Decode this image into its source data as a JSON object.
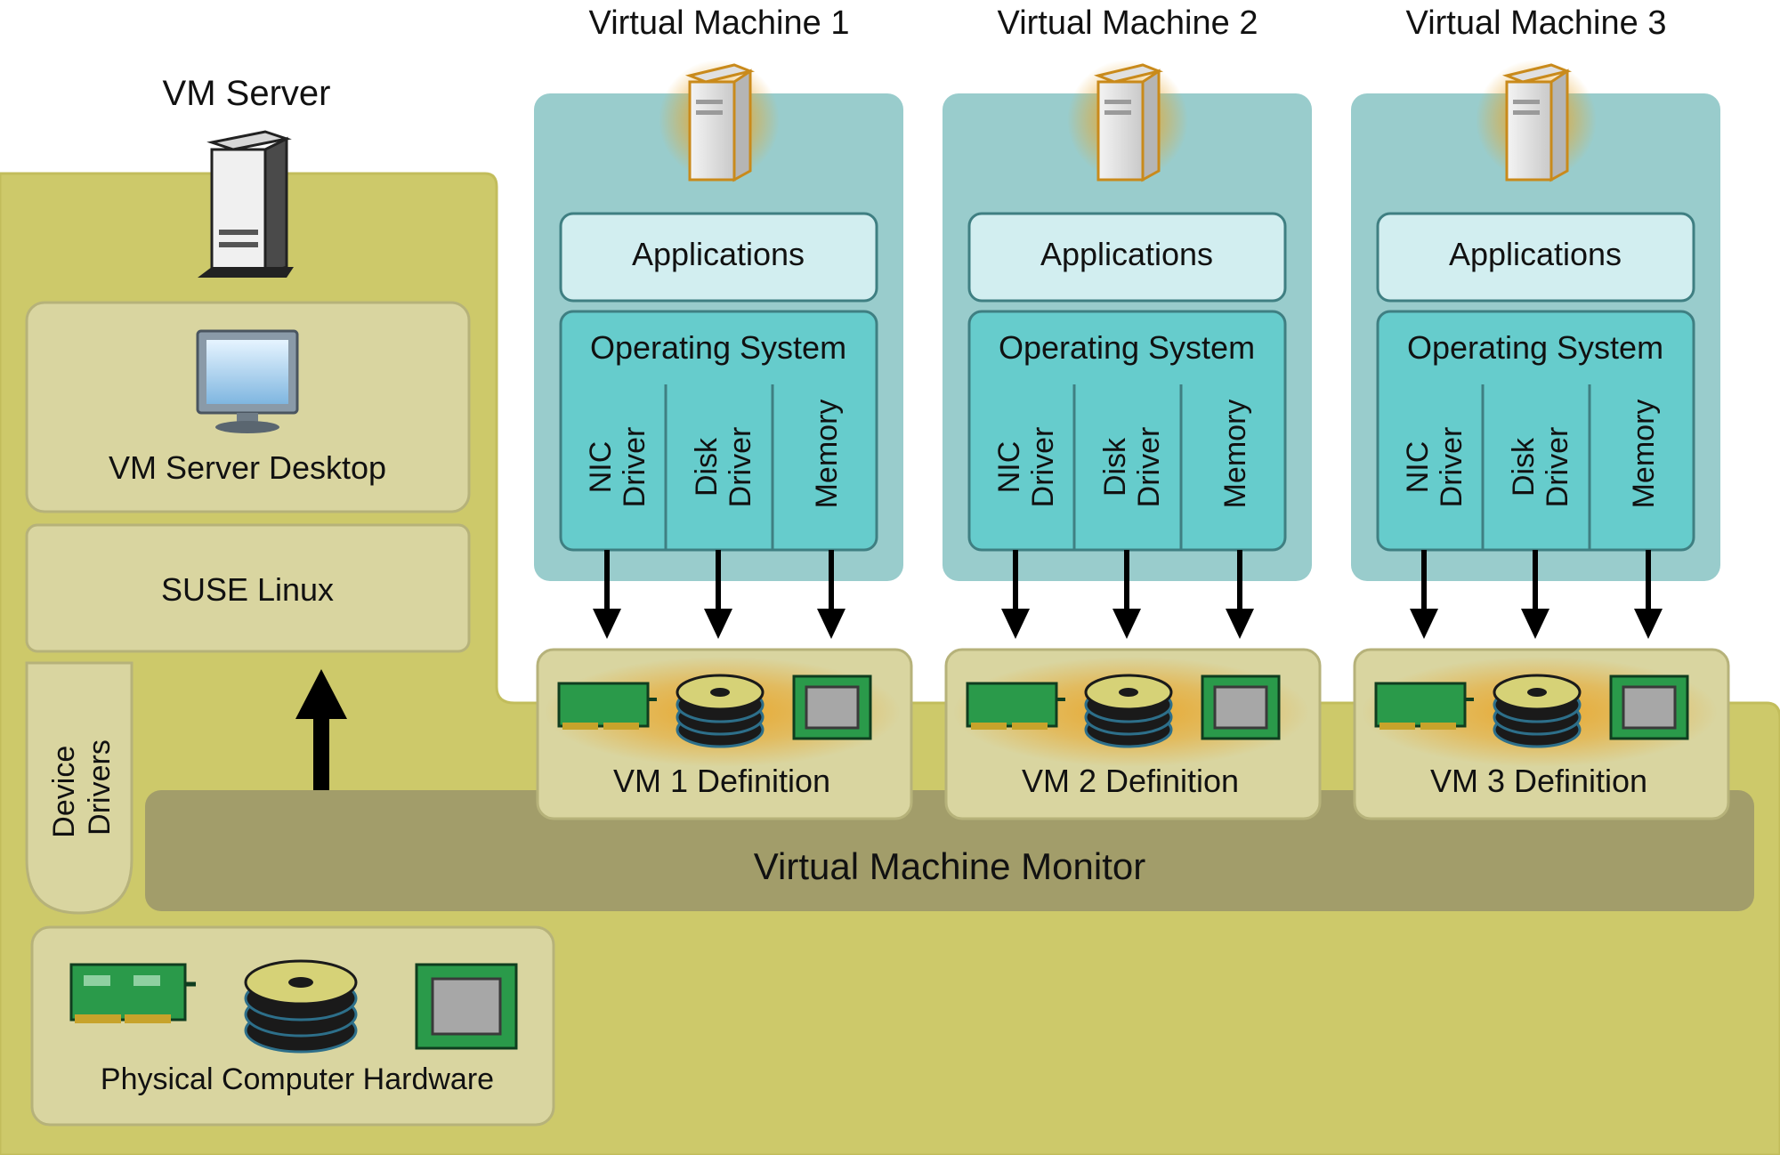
{
  "host": {
    "title": "VM Server",
    "desktop_label": "VM Server Desktop",
    "os_label": "SUSE Linux",
    "device_drivers": [
      "Device",
      "Drivers"
    ],
    "hardware_label": "Physical Computer Hardware",
    "monitor_label": "Virtual Machine Monitor"
  },
  "vms": [
    {
      "title": "Virtual Machine 1",
      "apps": "Applications",
      "os": "Operating System",
      "nic": [
        "NIC",
        "Driver"
      ],
      "disk": [
        "Disk",
        "Driver"
      ],
      "memory": "Memory",
      "definition": "VM 1 Definition"
    },
    {
      "title": "Virtual Machine 2",
      "apps": "Applications",
      "os": "Operating System",
      "nic": [
        "NIC",
        "Driver"
      ],
      "disk": [
        "Disk",
        "Driver"
      ],
      "memory": "Memory",
      "definition": "VM 2 Definition"
    },
    {
      "title": "Virtual Machine 3",
      "apps": "Applications",
      "os": "Operating System",
      "nic": [
        "NIC",
        "Driver"
      ],
      "disk": [
        "Disk",
        "Driver"
      ],
      "memory": "Memory",
      "definition": "VM 3 Definition"
    }
  ],
  "colors": {
    "host_bg": "#cdc96a",
    "host_panel": "#d9d5a0",
    "monitor": "#a29d6a",
    "vm_bg": "#99cccc",
    "apps_fill": "#d2eef0",
    "os_fill": "#66cccc",
    "card_green": "#2a9a4a"
  }
}
